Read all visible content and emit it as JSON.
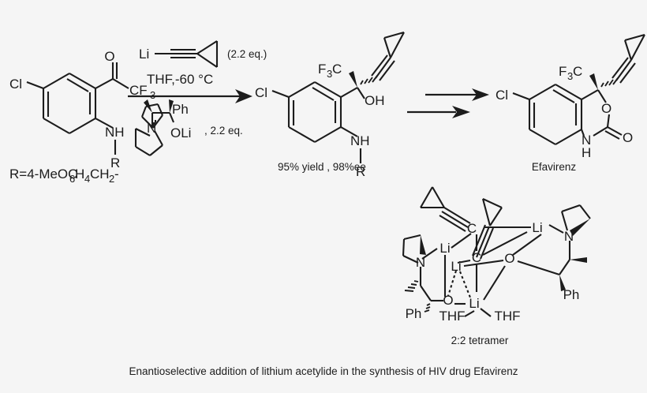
{
  "caption": "Enantioselective addition of lithium acetylide in the synthesis of HIV drug Efavirenz",
  "figure": {
    "title": "Enantioselective addition of lithium acetylide in the synthesis of HIV drug Efavirenz",
    "background_color": "#f5f5f5",
    "line_color": "#1c1c1c"
  },
  "starting_material": {
    "name": "aryl trifluoromethyl ketone",
    "labels": {
      "chloro": "Cl",
      "ketone_oxygen": "O",
      "trifluoromethyl": "CF",
      "trifluoromethyl_sub": "3",
      "amine": "NH",
      "r_group": "R"
    },
    "r_definition": "R=4-MeOC6H4CH2-",
    "r_definition_parts": {
      "prefix": "R=4-MeOC",
      "sub1": "6",
      "mid": "H",
      "sub2": "4",
      "mid2": "CH",
      "sub3": "2",
      "suffix": "-"
    }
  },
  "reaction_conditions": {
    "reagent_top_label": "Li",
    "reagent_top_equiv": "(2.2 eq.)",
    "solvent_temperature": "THF,-60 °C",
    "ligand_labels": {
      "nitrogen": "N",
      "phenyl": "Ph",
      "lithium_alkoxide": "OLi"
    },
    "ligand_equiv": ", 2.2 eq."
  },
  "product": {
    "name": "tertiary propargylic alcohol",
    "labels": {
      "chloro": "Cl",
      "trifluoromethyl": "F",
      "trifluoromethyl_sub": "3",
      "trifluoromethyl_c": "C",
      "hydroxyl": "OH",
      "amine": "NH",
      "r_group": "R"
    },
    "yield_ee": "95% yield , 98%ee"
  },
  "final_product": {
    "name_label": "Efavirenz",
    "labels": {
      "chloro": "Cl",
      "trifluoromethyl": "F",
      "trifluoromethyl_sub": "3",
      "trifluoromethyl_c": "C",
      "ring_oxygen": "O",
      "carbonyl_oxygen": "O",
      "amine_n": "N",
      "amine_h": "H"
    }
  },
  "aggregate": {
    "caption": "2:2 tetramer",
    "labels": {
      "carbanion_1": "C",
      "carbanion_2": "C",
      "lithium_1": "Li",
      "lithium_2": "Li",
      "lithium_3": "Li",
      "lithium_4": "Li",
      "nitrogen_left": "N",
      "nitrogen_right": "N",
      "oxygen_left": "O",
      "oxygen_right": "O",
      "phenyl_left": "Ph",
      "phenyl_right": "Ph",
      "thf_left": "THF",
      "thf_right": "THF"
    }
  },
  "chart_data": {
    "type": "diagram",
    "title": "Enantioselective addition of lithium acetylide in the synthesis of HIV drug Efavirenz",
    "steps": [
      {
        "id": "step-1",
        "substrate": "1-(5-chloro-2-(R-amino)phenyl)-2,2,2-trifluoroethanone",
        "reagents": [
          "Li-C≡C-cyclopropyl (2.2 eq.)",
          "chiral amino alcohol lithium alkoxide (2.2 eq.)"
        ],
        "conditions": "THF, -60 °C",
        "product": "tertiary propargylic alcohol",
        "result": "95% yield , 98%ee"
      },
      {
        "id": "step-2",
        "substrate": "tertiary propargylic alcohol",
        "reagents": [],
        "conditions": "",
        "product": "Efavirenz",
        "result": ""
      }
    ],
    "aggregate_structure": "2:2 tetramer"
  }
}
